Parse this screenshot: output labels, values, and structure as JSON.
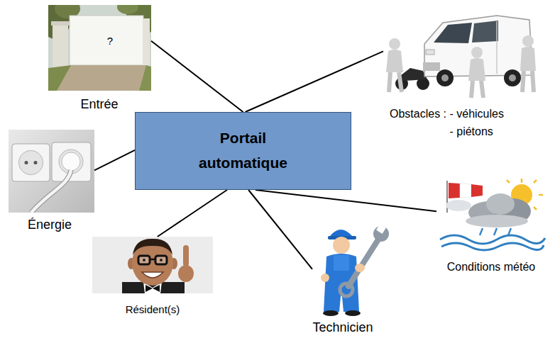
{
  "diagram": {
    "nodes": [
      {
        "text": [
          "?",
          "Entrée"
        ]
      },
      {
        "text": [
          "Obstacles : - véhicules - piétons"
        ]
      },
      {
        "text": [
          "Portail automatique"
        ]
      },
      {
        "text": [
          "Énergie"
        ]
      },
      {
        "text": [
          "Conditions météo"
        ]
      },
      {
        "text": [
          "Technicien"
        ]
      },
      {
        "text": [
          "Résident(s)"
        ]
      }
    ],
    "edges": [
      {
        "from": 2,
        "to": 0,
        "arrow": "none"
      },
      {
        "from": 2,
        "to": 1,
        "arrow": "none"
      },
      {
        "from": 2,
        "to": 3,
        "arrow": "none"
      },
      {
        "from": 2,
        "to": 4,
        "arrow": "none"
      },
      {
        "from": 2,
        "to": 5,
        "arrow": "none"
      },
      {
        "from": 2,
        "to": 6,
        "arrow": "none"
      }
    ]
  }
}
